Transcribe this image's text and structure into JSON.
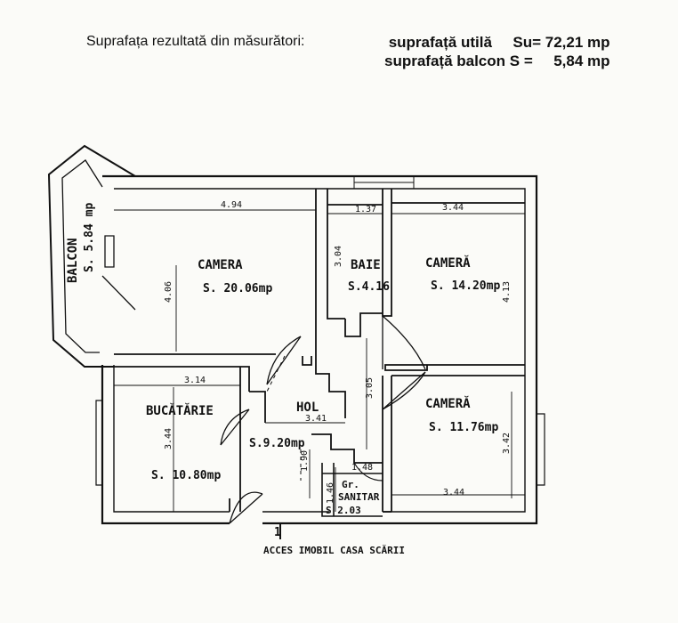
{
  "header": {
    "label": "Suprafața rezultată din măsurători:",
    "useful_label": "suprafață utilă",
    "useful_symbol": "Su=",
    "useful_value": "72,21 mp",
    "balcony_label": "suprafață balcon S =",
    "balcony_value": "5,84 mp"
  },
  "plan": {
    "rooms": {
      "camera1": {
        "name": "CAMERA",
        "area": "S. 20.06mp",
        "dim_top": "4.94",
        "dim_side": "4.06"
      },
      "baie": {
        "name": "BAIE",
        "area": "S.4.16",
        "dim_top": "1.37",
        "dim_side": "3.04"
      },
      "camera2": {
        "name": "CAMERĂ",
        "area": "S. 14.20mp",
        "dim_top": "3.44",
        "dim_side": "4.13"
      },
      "bucatarie": {
        "name": "BUCĂTĂRIE",
        "area": "S. 10.80mp",
        "dim_top": "3.14",
        "dim_side": "3.44"
      },
      "hol": {
        "name": "HOL",
        "area": "S.9.20mp",
        "dim_top": "3.41",
        "dim_side": "3.05",
        "dim_small": "1.90"
      },
      "camera3": {
        "name": "CAMERĂ",
        "area": "S. 11.76mp",
        "dim_bottom": "3.44",
        "dim_side": "3.42"
      },
      "grup_sanitar": {
        "name_line1": "Gr.",
        "name_line2": "SANITAR",
        "area": "S 2.03",
        "dim_top": "1.48",
        "dim_side": "1.46"
      },
      "balcon": {
        "name": "BALCON",
        "area": "S. 5.84 mp"
      }
    },
    "entrance": {
      "marker": "1",
      "label": "ACCES IMOBIL CASA SCĂRII"
    }
  }
}
